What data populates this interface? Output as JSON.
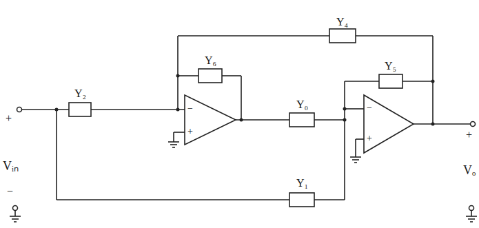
{
  "diagram": {
    "labels": [
      "Y₄",
      "Y₆",
      "Y₅",
      "Y₂",
      "Y₀",
      "Y₁",
      "+",
      "Vᵢₙ",
      "−",
      "+",
      "Vₒ",
      "−",
      "+",
      "−",
      "+"
    ]
  }
}
